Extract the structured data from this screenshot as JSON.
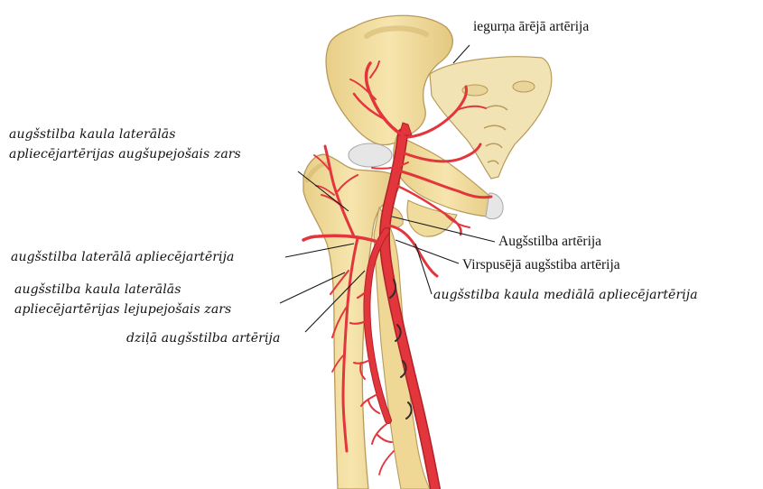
{
  "colors": {
    "bone_fill": "#f0dc9c",
    "bone_shade": "#e2c57c",
    "bone_outline": "#b89a5a",
    "artery": "#e2353c",
    "artery_dark": "#b0222a",
    "cartilage": "#e6e6e6",
    "leader": "#1a1a1a"
  },
  "labels": {
    "iliac_external": "iegurņa ārējā artērija",
    "lat_ascending_1": "augšstilba kaula laterālās",
    "lat_ascending_2": "apliecējartērijas augšupejošais zars",
    "lateral_circumflex": "augšstilba laterālā apliecējartērija",
    "lat_descending_1": "augšstilba kaula laterālās",
    "lat_descending_2": "apliecējartērijas lejupejošais zars",
    "deep_femoral": "dziļā augšstilba artērija",
    "femoral": "Augšstilba artērija",
    "superficial_femoral": "Virspusējā augšstiba artērija",
    "medial_circumflex": "augšstilba kaula mediālā apliecējartērija"
  }
}
